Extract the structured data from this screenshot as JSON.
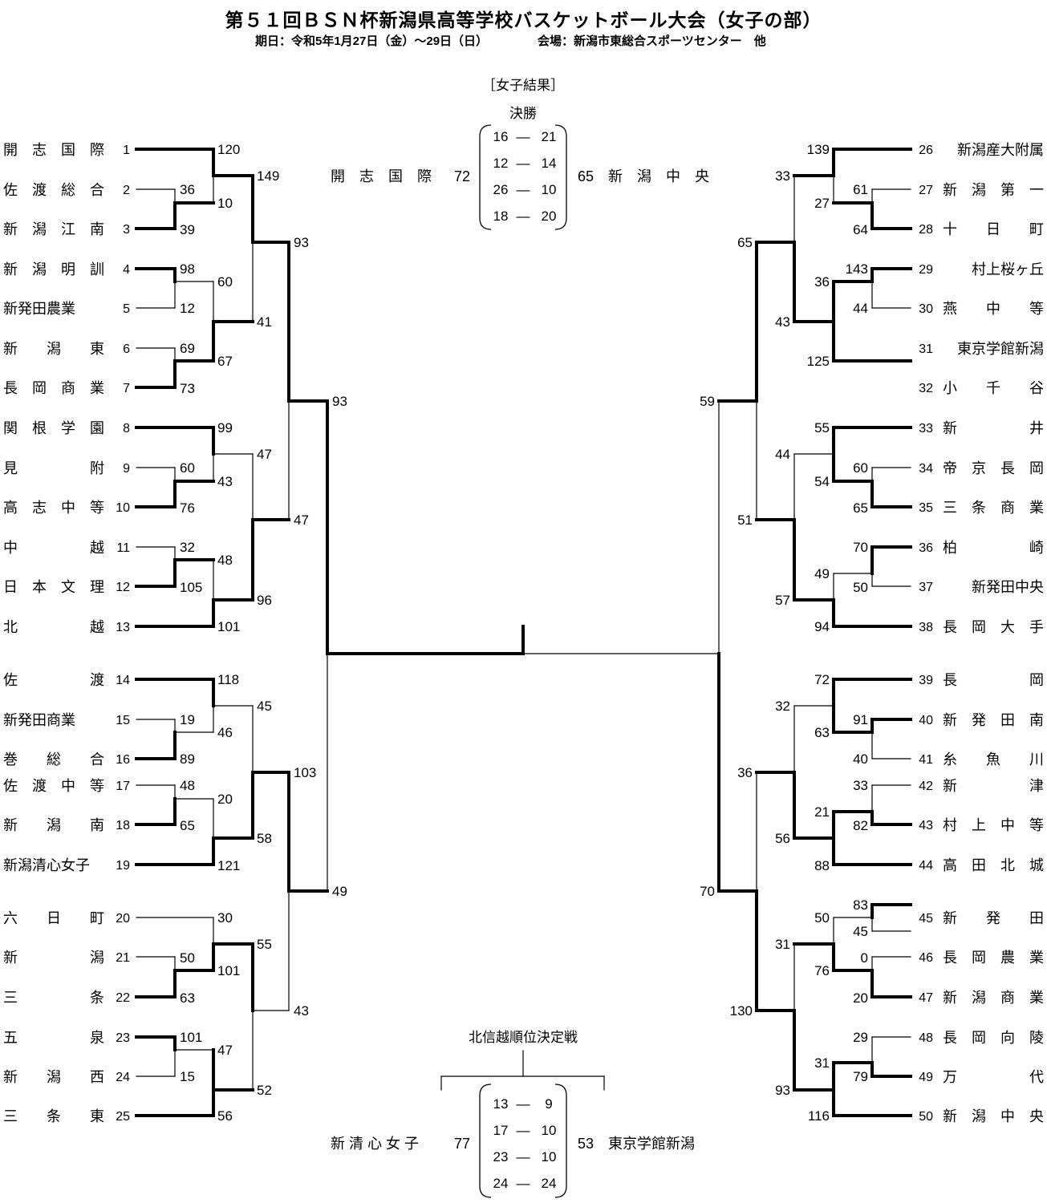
{
  "header": {
    "title": "第５１回ＢＳＮ杯新潟県高等学校バスケットボール大会（女子の部）",
    "dates": "期日：令和5年1月27日（金）～29日（日）",
    "venue": "会場：新潟市東総合スポーツセンター　他"
  },
  "results_heading": "［女子結果］",
  "final": {
    "label": "決勝",
    "left_team": "開　志　国　際",
    "left_score": "72",
    "right_score": "65",
    "right_team": "新　潟　中　央",
    "quarters": [
      [
        "16",
        "21"
      ],
      [
        "12",
        "14"
      ],
      [
        "26",
        "10"
      ],
      [
        "18",
        "20"
      ]
    ]
  },
  "placement": {
    "label": "北信越順位決定戦",
    "left_team": "新 清 心 女 子",
    "left_score": "77",
    "right_score": "53",
    "right_team": "東京学館新潟",
    "quarters": [
      [
        "13",
        "9"
      ],
      [
        "17",
        "10"
      ],
      [
        "23",
        "10"
      ],
      [
        "24",
        "24"
      ]
    ]
  },
  "teams_left": [
    {
      "seed": "1",
      "name": "開　志　国　際"
    },
    {
      "seed": "2",
      "name": "佐　渡　総　合"
    },
    {
      "seed": "3",
      "name": "新　潟　江　南"
    },
    {
      "seed": "4",
      "name": "新　潟　明　訓"
    },
    {
      "seed": "5",
      "name": "新発田農業"
    },
    {
      "seed": "6",
      "name": "新　　潟　　東"
    },
    {
      "seed": "7",
      "name": "長　岡　商　業"
    },
    {
      "seed": "8",
      "name": "関　根　学　園"
    },
    {
      "seed": "9",
      "name": "見　　　　　附"
    },
    {
      "seed": "10",
      "name": "高　志　中　等"
    },
    {
      "seed": "11",
      "name": "中　　　　　越"
    },
    {
      "seed": "12",
      "name": "日　本　文　理"
    },
    {
      "seed": "13",
      "name": "北　　　　　越"
    },
    {
      "seed": "14",
      "name": "佐　　　　　渡"
    },
    {
      "seed": "15",
      "name": "新発田商業"
    },
    {
      "seed": "16",
      "name": "巻　　総　　合"
    },
    {
      "seed": "17",
      "name": "佐　渡　中　等"
    },
    {
      "seed": "18",
      "name": "新　　潟　　南"
    },
    {
      "seed": "19",
      "name": "新潟清心女子"
    },
    {
      "seed": "20",
      "name": "六　　日　　町"
    },
    {
      "seed": "21",
      "name": "新　　　　　潟"
    },
    {
      "seed": "22",
      "name": "三　　　　　条"
    },
    {
      "seed": "23",
      "name": "五　　　　　泉"
    },
    {
      "seed": "24",
      "name": "新　　潟　　西"
    },
    {
      "seed": "25",
      "name": "三　　条　　東"
    }
  ],
  "teams_right": [
    {
      "seed": "26",
      "name": "新潟産大附属"
    },
    {
      "seed": "27",
      "name": "新　潟　第　一"
    },
    {
      "seed": "28",
      "name": "十　　日　　町"
    },
    {
      "seed": "29",
      "name": "村上桜ヶ丘"
    },
    {
      "seed": "30",
      "name": "燕　　中　　等"
    },
    {
      "seed": "31",
      "name": "東京学館新潟"
    },
    {
      "seed": "32",
      "name": "小　　千　　谷"
    },
    {
      "seed": "33",
      "name": "新　　　　　井"
    },
    {
      "seed": "34",
      "name": "帝　京　長　岡"
    },
    {
      "seed": "35",
      "name": "三　条　商　業"
    },
    {
      "seed": "36",
      "name": "柏　　　　　崎"
    },
    {
      "seed": "37",
      "name": "新発田中央"
    },
    {
      "seed": "38",
      "name": "長　岡　大　手"
    },
    {
      "seed": "39",
      "name": "長　　　　　岡"
    },
    {
      "seed": "40",
      "name": "新　発　田　南"
    },
    {
      "seed": "41",
      "name": "糸　　魚　　川"
    },
    {
      "seed": "42",
      "name": "新　　　　　津"
    },
    {
      "seed": "43",
      "name": "村　上　中　等"
    },
    {
      "seed": "44",
      "name": "高　田　北　城"
    },
    {
      "seed": "45",
      "name": "新　　発　　田"
    },
    {
      "seed": "46",
      "name": "長　岡　農　業"
    },
    {
      "seed": "47",
      "name": "新　潟　商　業"
    },
    {
      "seed": "48",
      "name": "長　岡　向　陵"
    },
    {
      "seed": "49",
      "name": "万　　　　　代"
    },
    {
      "seed": "50",
      "name": "新　潟　中　央"
    }
  ],
  "scores_left": [
    "120",
    "36",
    "10",
    "39",
    "98",
    "60",
    "12",
    "69",
    "67",
    "73",
    "149",
    "93",
    "41",
    "99",
    "60",
    "47",
    "43",
    "76",
    "32",
    "48",
    "105",
    "96",
    "101",
    "47",
    "93",
    "118",
    "19",
    "45",
    "46",
    "89",
    "48",
    "20",
    "65",
    "103",
    "58",
    "121",
    "30",
    "50",
    "55",
    "101",
    "63",
    "43",
    "101",
    "47",
    "15",
    "52",
    "56",
    "49"
  ],
  "scores_right": [
    "139",
    "33",
    "61",
    "27",
    "64",
    "65",
    "143",
    "36",
    "44",
    "43",
    "125",
    "59",
    "55",
    "44",
    "60",
    "54",
    "65",
    "51",
    "70",
    "49",
    "50",
    "57",
    "94",
    "72",
    "32",
    "91",
    "63",
    "40",
    "36",
    "33",
    "21",
    "82",
    "56",
    "88",
    "70",
    "83",
    "50",
    "45",
    "0",
    "31",
    "76",
    "20",
    "130",
    "29",
    "31",
    "79",
    "93",
    "116"
  ]
}
